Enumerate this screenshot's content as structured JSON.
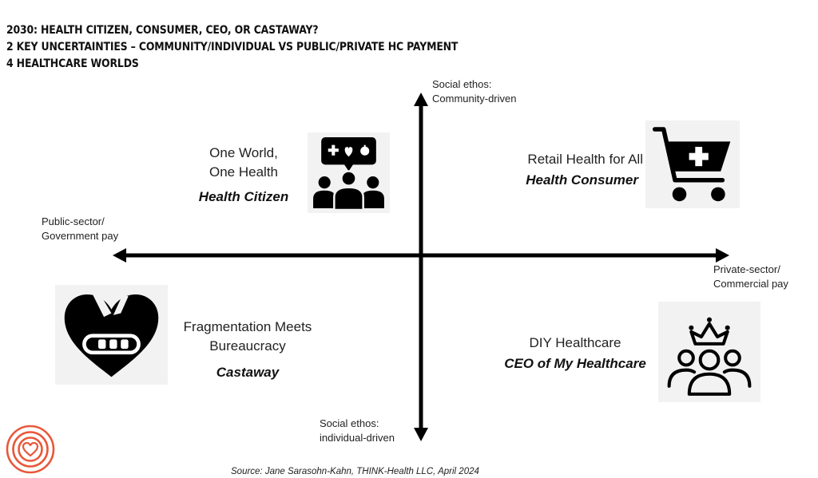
{
  "header": {
    "line1": "2030: Health citizen, consumer, CEO, or castaway?",
    "line2": "2 key uncertainties – Community/individual vs public/private HC payment",
    "line3": "4 healthcare worlds"
  },
  "axes": {
    "top_line1": "Social ethos:",
    "top_line2": "Community-driven",
    "bottom_line1": "Social ethos:",
    "bottom_line2": "individual-driven",
    "left_line1": "Public-sector/",
    "left_line2": "Government pay",
    "right_line1": "Private-sector/",
    "right_line2": "Commercial pay"
  },
  "quadrants": {
    "top_left": {
      "title_line1": "One World,",
      "title_line2": "One Health",
      "persona": "Health Citizen",
      "icon": "community-chat-icon"
    },
    "top_right": {
      "title": "Retail Health for All",
      "persona": "Health Consumer",
      "icon": "shopping-cart-cross-icon"
    },
    "bottom_left": {
      "title_line1": "Fragmentation Meets",
      "title_line2": "Bureaucracy",
      "persona": "Castaway",
      "icon": "broken-heart-bandage-icon"
    },
    "bottom_right": {
      "title": "DIY Healthcare",
      "persona": "CEO of My Healthcare",
      "icon": "crowned-group-icon"
    }
  },
  "logo": {
    "icon": "concentric-heart-logo",
    "color": "#e8583a"
  },
  "source": "Source: Jane Sarasohn-Kahn, THINK-Health LLC, April 2024"
}
